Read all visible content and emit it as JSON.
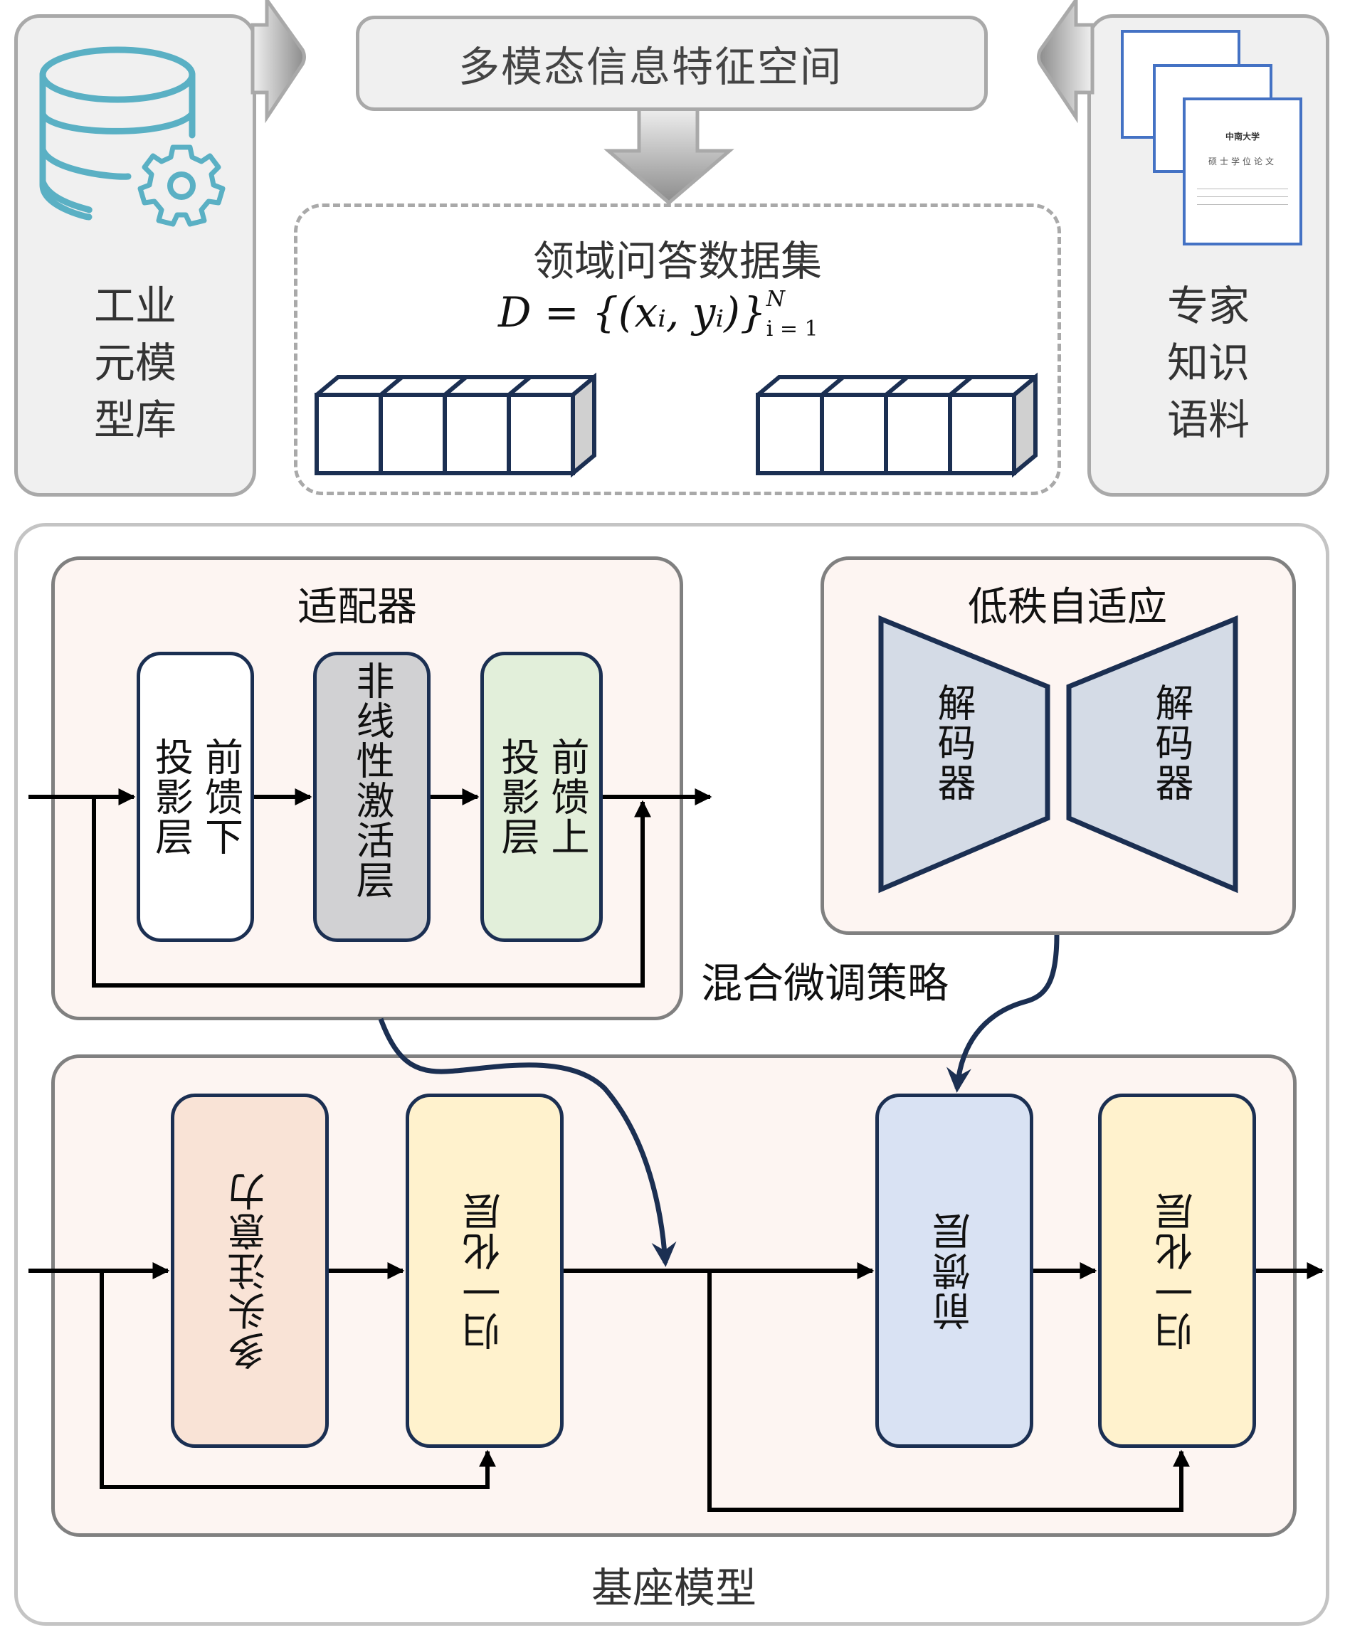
{
  "top": {
    "left_source": {
      "label_lines": [
        "工业",
        "元模",
        "型库"
      ],
      "icon": "database-gear-icon"
    },
    "right_source": {
      "label_lines": [
        "专家",
        "知识",
        "语料"
      ],
      "icon": "thesis-documents-icon",
      "document_school": "中南大学",
      "document_title": "硕士学位论文"
    },
    "feature_space": {
      "label": "多模态信息特征空间"
    },
    "dataset": {
      "title": "领域问答数据集",
      "formula": "D = {(xᵢ, yᵢ)}",
      "formula_sup": "N",
      "formula_sub": "i = 1"
    }
  },
  "colors": {
    "navy": "#1b2f52",
    "panel_gray": "#f0f0f0",
    "sub_panel_bg": "#fdf5f2",
    "nonlinear_fill": "#d1d1d3",
    "up_proj_fill": "#e2efda",
    "attention_fill": "#f9e3d6",
    "norm_fill": "#fff2cd",
    "ffn_fill": "#d9e2f3",
    "decoder_fill": "#d4dbe6",
    "icon_teal": "#5ab0c4",
    "doc_blue": "#4472c4"
  },
  "adapter": {
    "title": "适配器",
    "blocks": [
      {
        "label": "前馈下投影层",
        "lines": [
          "前馈下",
          "投影层"
        ]
      },
      {
        "label": "非线性激活层",
        "lines": [
          "非线性激活层"
        ]
      },
      {
        "label": "前馈上投影层",
        "lines": [
          "前馈上",
          "投影层"
        ]
      }
    ]
  },
  "lora": {
    "title": "低秩自适应",
    "decoders": [
      "解码器",
      "解码器"
    ]
  },
  "hybrid_strategy_label": "混合微调策略",
  "base_model": {
    "title": "基座模型",
    "blocks": [
      {
        "label": "多头注意力"
      },
      {
        "label": "归一化层"
      },
      {
        "label": "前馈层"
      },
      {
        "label": "归一化层"
      }
    ]
  }
}
